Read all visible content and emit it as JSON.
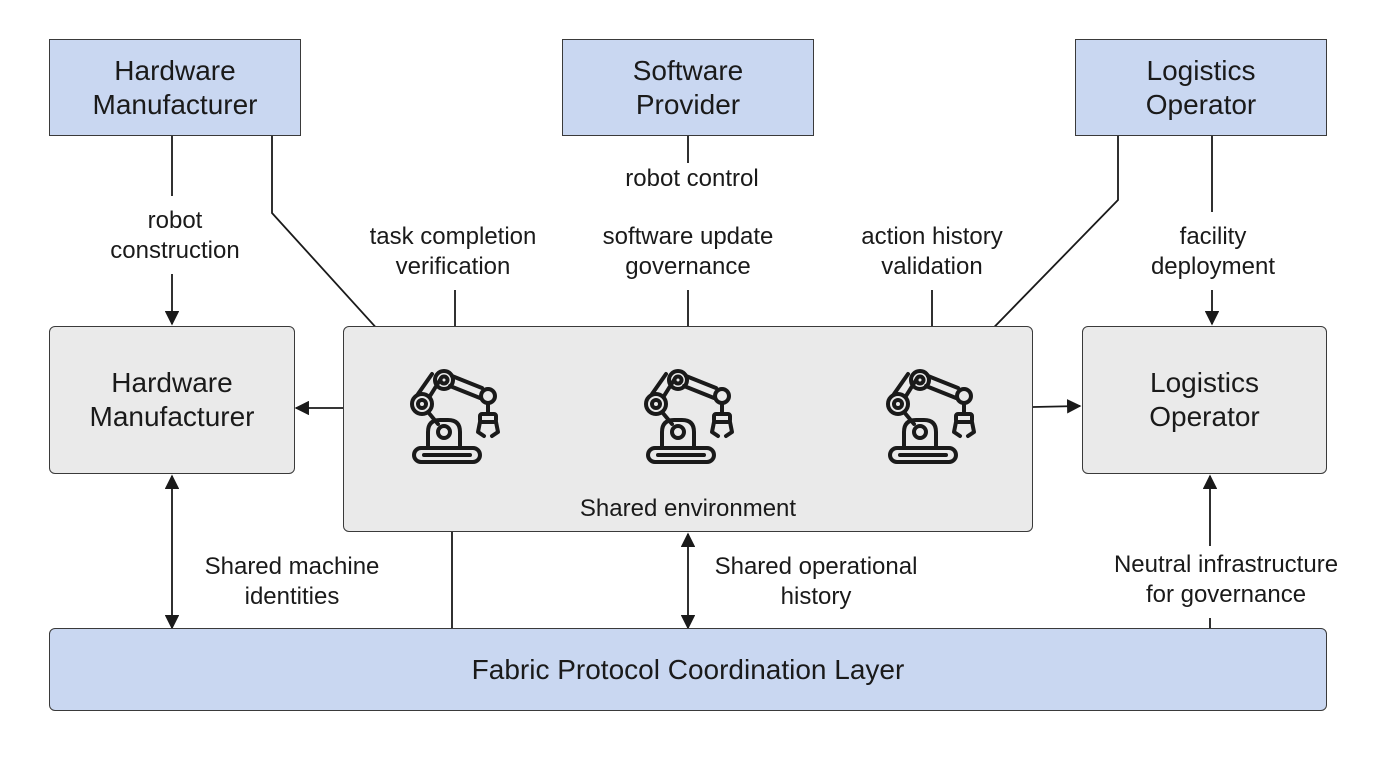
{
  "top_boxes": {
    "hardware": [
      "Hardware",
      "Manufacturer"
    ],
    "software": [
      "Software",
      "Provider"
    ],
    "logistics": [
      "Logistics",
      "Operator"
    ]
  },
  "mid_boxes": {
    "hardware": [
      "Hardware",
      "Manufacturer"
    ],
    "logistics": [
      "Logistics",
      "Operator"
    ]
  },
  "environment": {
    "label": "Shared environment"
  },
  "fabric": {
    "label": "Fabric Protocol Coordination Layer"
  },
  "edge_labels": {
    "robot_control": "robot control",
    "robot_construction": [
      "robot",
      "construction"
    ],
    "task_completion": [
      "task completion",
      "verification"
    ],
    "software_update": [
      "software update",
      "governance"
    ],
    "action_history": [
      "action history",
      "validation"
    ],
    "facility_deployment": [
      "facility",
      "deployment"
    ],
    "shared_identities": [
      "Shared machine",
      "identities"
    ],
    "shared_history": [
      "Shared operational",
      "history"
    ],
    "neutral_infra": [
      "Neutral infrastructure",
      "for governance"
    ]
  },
  "icons": [
    "robot-arm-icon",
    "robot-arm-icon",
    "robot-arm-icon"
  ],
  "colors": {
    "blue_fill": "#c9d7f1",
    "gray_fill": "#eaeaea",
    "stroke": "#1a1a1a"
  }
}
